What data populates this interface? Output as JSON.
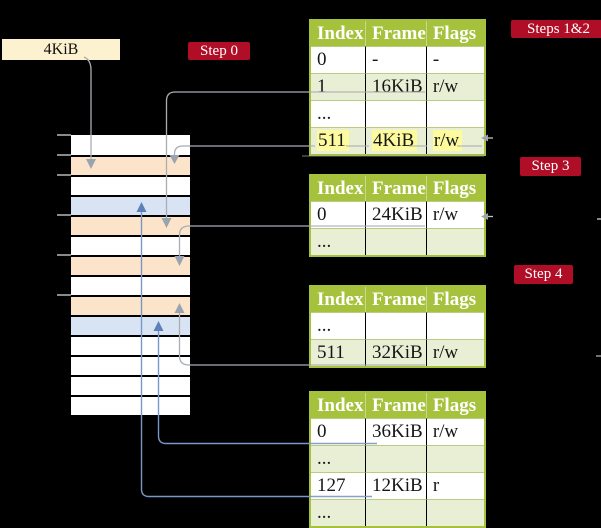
{
  "frame_box": {
    "label": "4KiB"
  },
  "badges": {
    "step0": {
      "label": "Step 0"
    },
    "steps12": {
      "label": "Steps 1&2"
    },
    "step3": {
      "label": "Step 3"
    },
    "step4": {
      "label": "Step 4"
    }
  },
  "colors": {
    "background": "#000000",
    "badge_red": "#b00d26",
    "header_green": "#a6c23c",
    "row_green": "#e9efd5",
    "frame_peach": "#fce4cb",
    "frame_blue": "#d8e4f3",
    "highlight_yellow": "#fdfb9e",
    "cream_box": "#fcf2d0",
    "gray_wire": "#a8adb3",
    "blue_wire": "#7a97c6"
  },
  "memory_stack": {
    "rows": [
      "white",
      "peach",
      "white",
      "blue",
      "peach",
      "white",
      "peach",
      "white",
      "peach",
      "blue",
      "white",
      "white",
      "white",
      "white"
    ]
  },
  "table_headers": [
    "Index",
    "Frame",
    "Flags"
  ],
  "tables": [
    {
      "id": "page-table-steps12",
      "rows": [
        {
          "cells": [
            "0",
            "-",
            "-"
          ],
          "shade": false,
          "hl": false
        },
        {
          "cells": [
            "1",
            "16KiB",
            "r/w"
          ],
          "shade": true,
          "hl": false
        },
        {
          "cells": [
            "...",
            "",
            ""
          ],
          "shade": false,
          "hl": false
        },
        {
          "cells": [
            "511",
            "4KiB",
            "r/w"
          ],
          "shade": true,
          "hl": true
        }
      ]
    },
    {
      "id": "page-table-step3",
      "rows": [
        {
          "cells": [
            "0",
            "24KiB",
            "r/w"
          ],
          "shade": false,
          "hl": false
        },
        {
          "cells": [
            "...",
            "",
            ""
          ],
          "shade": true,
          "hl": false
        }
      ]
    },
    {
      "id": "page-table-step4",
      "rows": [
        {
          "cells": [
            "...",
            "",
            ""
          ],
          "shade": false,
          "hl": false
        },
        {
          "cells": [
            "511",
            "32KiB",
            "r/w"
          ],
          "shade": true,
          "hl": false
        }
      ]
    },
    {
      "id": "page-table-final",
      "rows": [
        {
          "cells": [
            "0",
            "36KiB",
            "r/w"
          ],
          "shade": false,
          "hl": false
        },
        {
          "cells": [
            "...",
            "",
            ""
          ],
          "shade": true,
          "hl": false
        },
        {
          "cells": [
            "127",
            "12KiB",
            "r"
          ],
          "shade": false,
          "hl": false
        },
        {
          "cells": [
            "...",
            "",
            ""
          ],
          "shade": true,
          "hl": false
        }
      ]
    }
  ]
}
